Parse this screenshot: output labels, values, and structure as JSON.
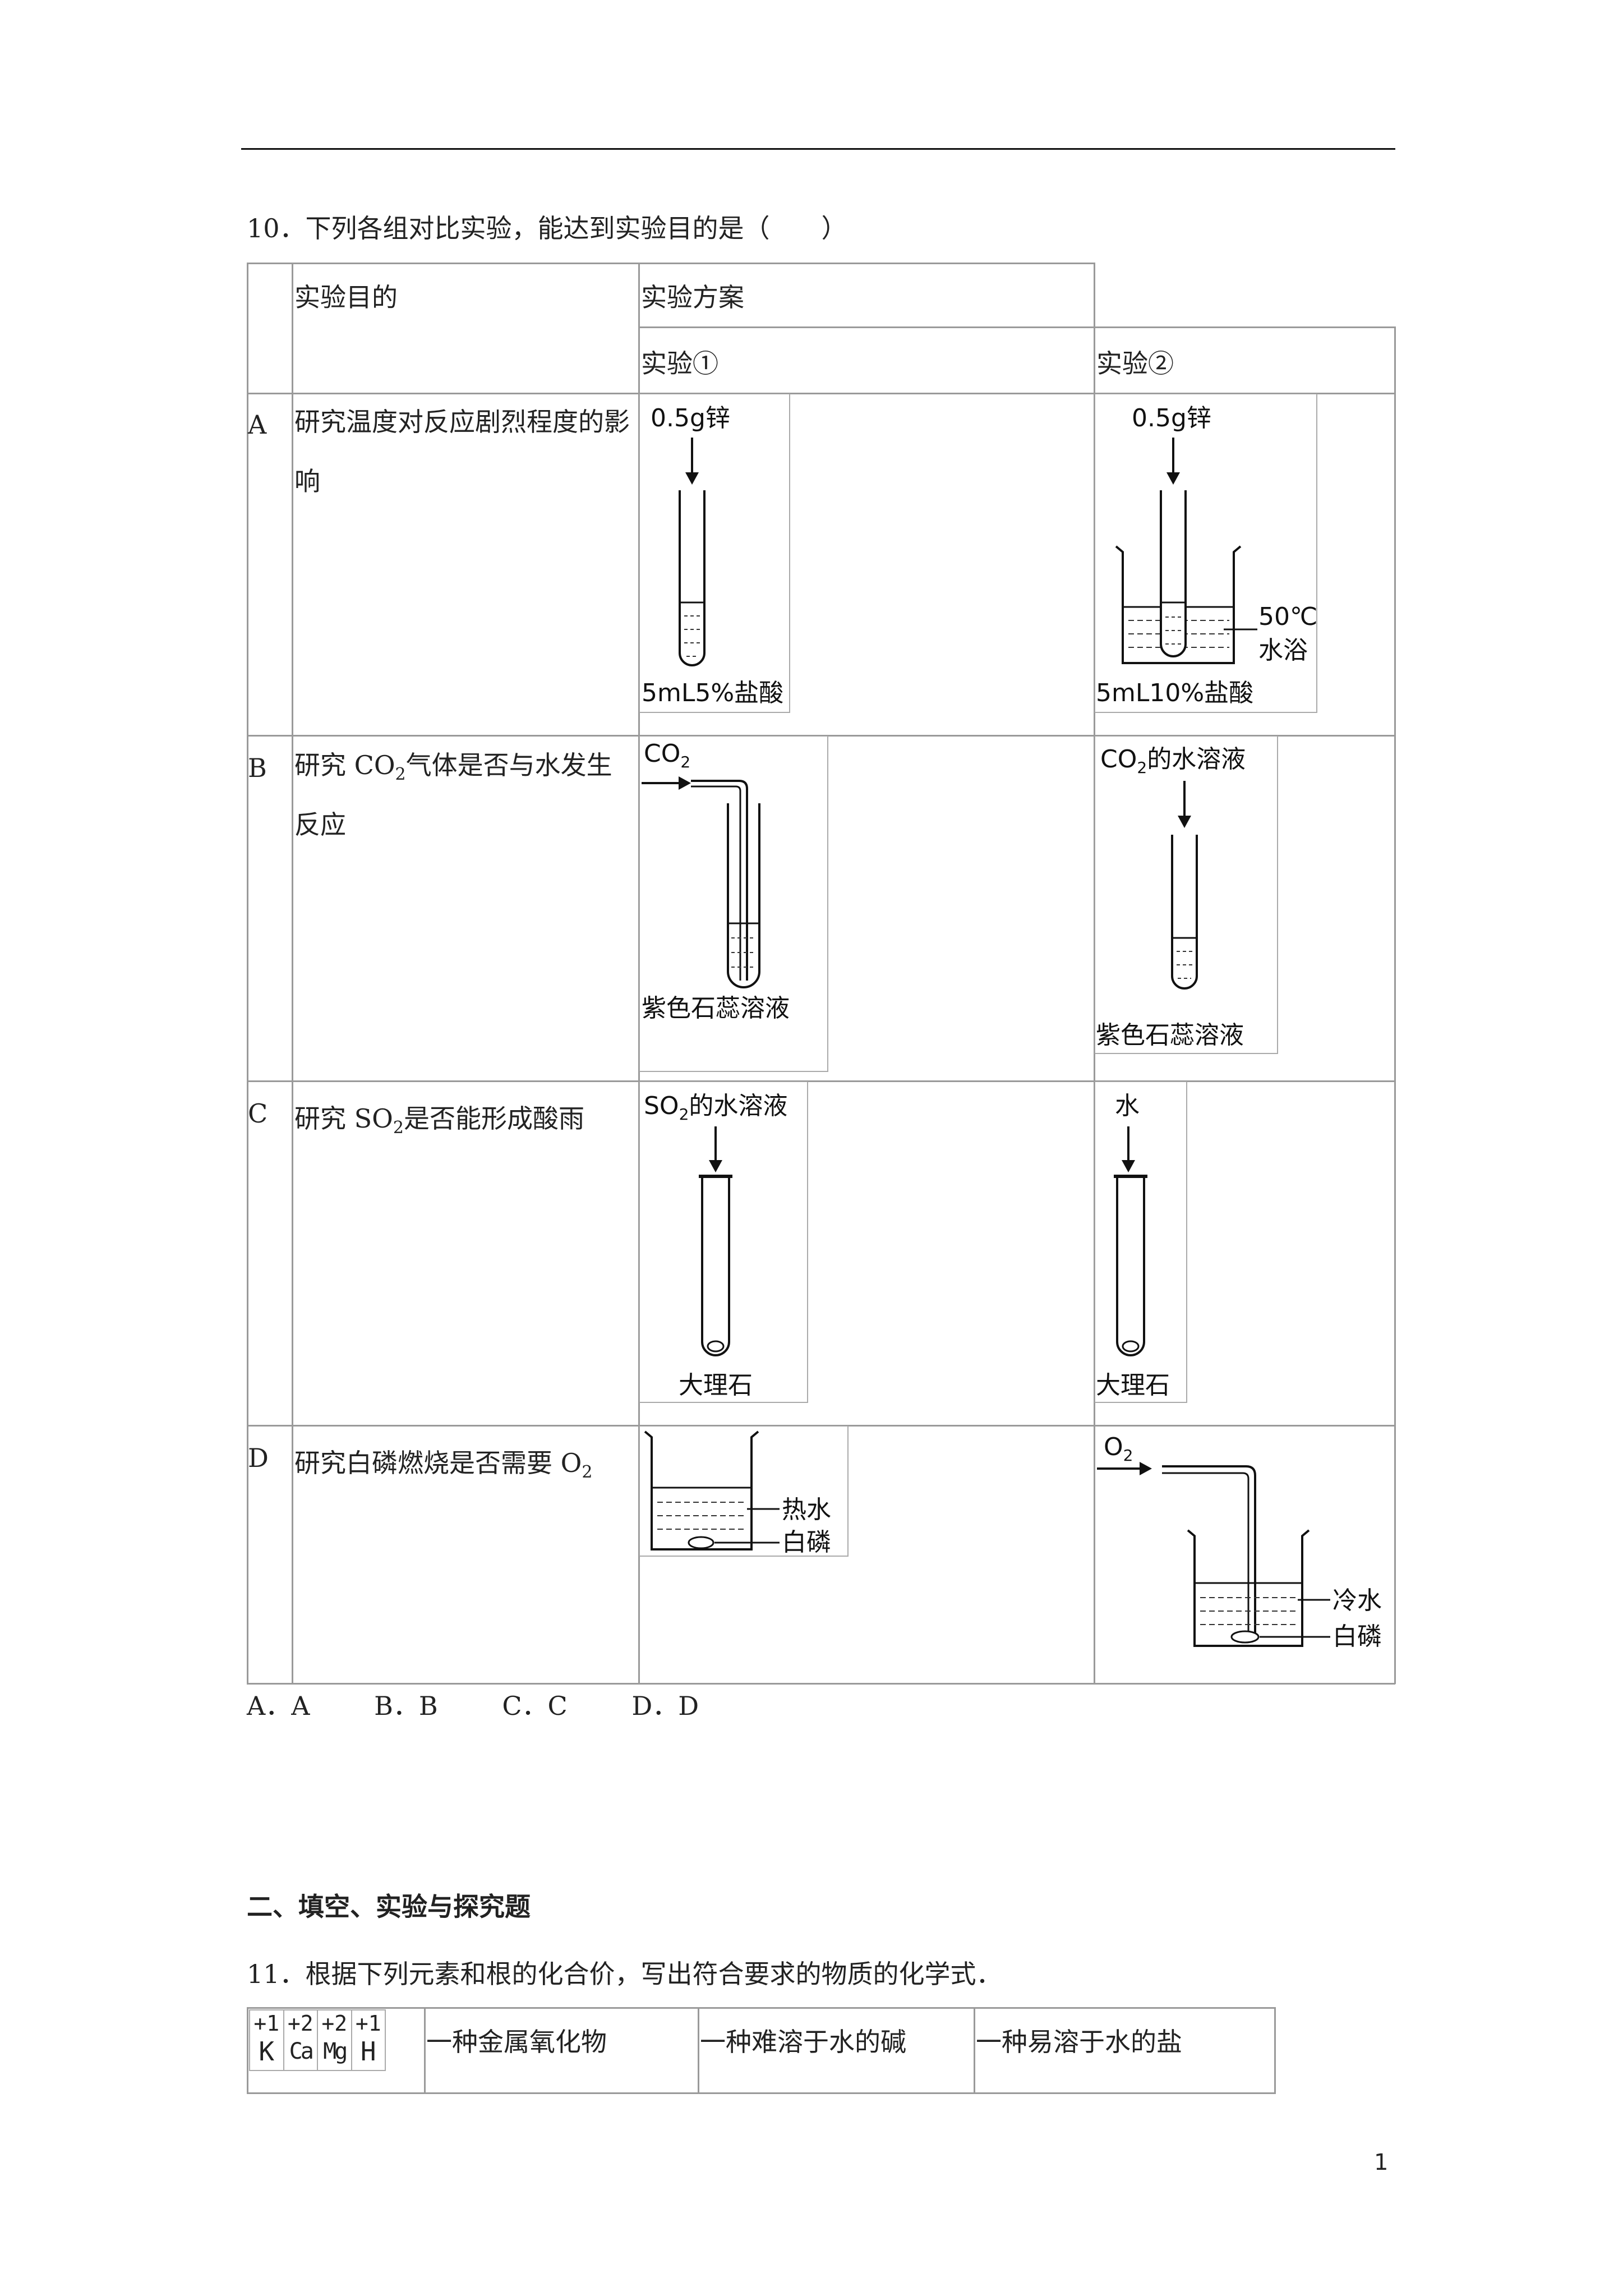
{
  "q10": {
    "stem": "10．下列各组对比实验，能达到实验目的是（　　）",
    "headers": {
      "purpose": "实验目的",
      "plan": "实验方案",
      "exp1": "实验①",
      "exp2": "实验②"
    },
    "rows": [
      {
        "letter": "A",
        "purpose": "研究温度对反应剧烈程度的影响",
        "exp1": {
          "reagent": "0.5g锌",
          "bottom": "5mL5%盐酸"
        },
        "exp2": {
          "reagent": "0.5g锌",
          "bottom": "5mL10%盐酸",
          "bath_temp": "50℃",
          "bath": "水浴"
        }
      },
      {
        "letter": "B",
        "purpose_pre": "研究 CO",
        "purpose_sub": "2",
        "purpose_post": "气体是否与水发生反应",
        "exp1": {
          "gas": "CO",
          "gas_sub": "2",
          "bottom": "紫色石蕊溶液"
        },
        "exp2": {
          "reagent_pre": "CO",
          "reagent_sub": "2",
          "reagent_post": "的水溶液",
          "bottom": "紫色石蕊溶液"
        }
      },
      {
        "letter": "C",
        "purpose_pre": "研究 SO",
        "purpose_sub": "2",
        "purpose_post": "是否能形成酸雨",
        "exp1": {
          "reagent_pre": "SO",
          "reagent_sub": "2",
          "reagent_post": "的水溶液",
          "bottom": "大理石"
        },
        "exp2": {
          "reagent": "水",
          "bottom": "大理石"
        }
      },
      {
        "letter": "D",
        "purpose_pre": "研究白磷燃烧是否需要 O",
        "purpose_sub": "2",
        "exp1": {
          "label_top": "热水",
          "label_bottom": "白磷"
        },
        "exp2": {
          "gas": "O",
          "gas_sub": "2",
          "label_top": "冷水",
          "label_bottom": "白磷"
        }
      }
    ],
    "options": [
      "A．A",
      "B．B",
      "C．C",
      "D．D"
    ]
  },
  "section2": "二、填空、实验与探究题",
  "q11": {
    "stem": "11．根据下列元素和根的化合价，写出符合要求的物质的化学式．",
    "valences": [
      {
        "charge": "+1",
        "symbol": "K"
      },
      {
        "charge": "+2",
        "symbol": "Ca"
      },
      {
        "charge": "+2",
        "symbol": "Mg"
      },
      {
        "charge": "+1",
        "symbol": "H"
      }
    ],
    "columns": [
      "一种金属氧化物",
      "一种难溶于水的碱",
      "一种易溶于水的盐"
    ]
  },
  "page_number": "1"
}
